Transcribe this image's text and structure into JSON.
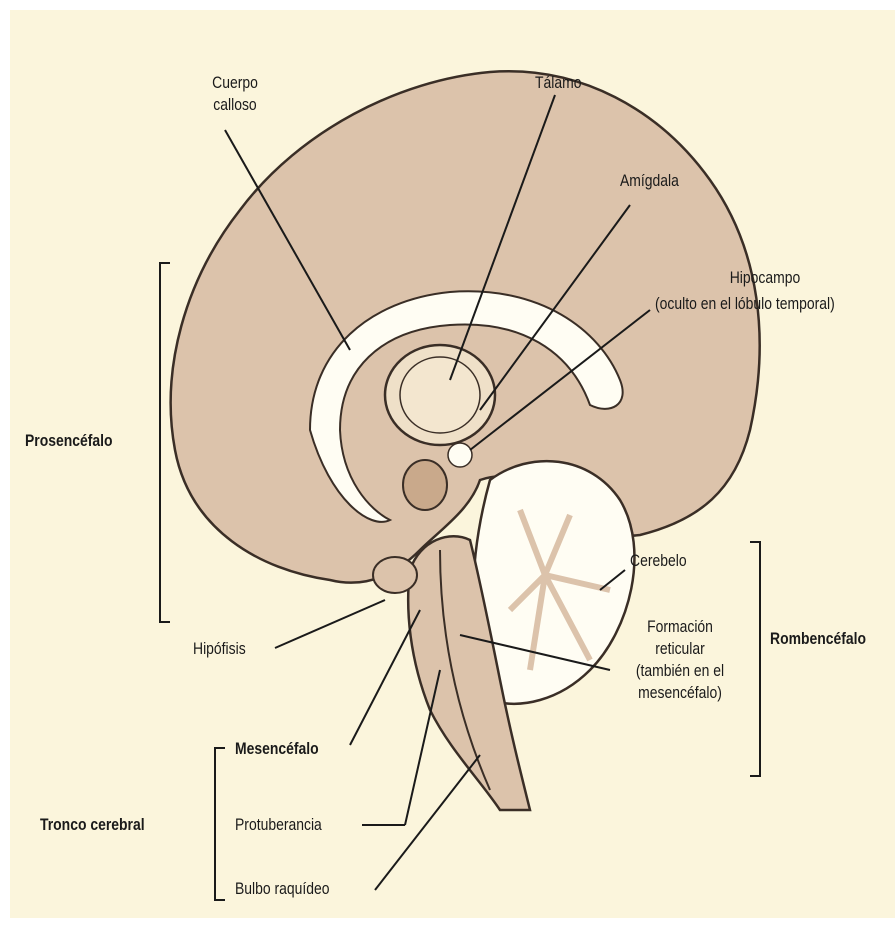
{
  "labels": {
    "cuerpo_calloso": "Cuerpo\ncalloso",
    "talamo": "Tálamo",
    "amigdala": "Amígdala",
    "hipocampo": "Hipocampo",
    "hipocampo_note": "(oculto en el lóbulo temporal)",
    "prosencefalo": "Prosencéfalo",
    "cerebelo": "Cerebelo",
    "formacion_reticular": "Formación\nreticular\n(también en el\nmesencéfalo)",
    "rombencefalo": "Rombencéfalo",
    "hipofisis": "Hipófisis",
    "mesencefalo": "Mesencéfalo",
    "tronco_cerebral": "Tronco cerebral",
    "protuberancia": "Protuberancia",
    "bulbo_raquideo": "Bulbo raquídeo"
  },
  "colors": {
    "background": "#fbf5dc",
    "brain_tissue": "#dcc3ab",
    "outline": "#3a2e26",
    "white_matter": "#fffdf3"
  }
}
